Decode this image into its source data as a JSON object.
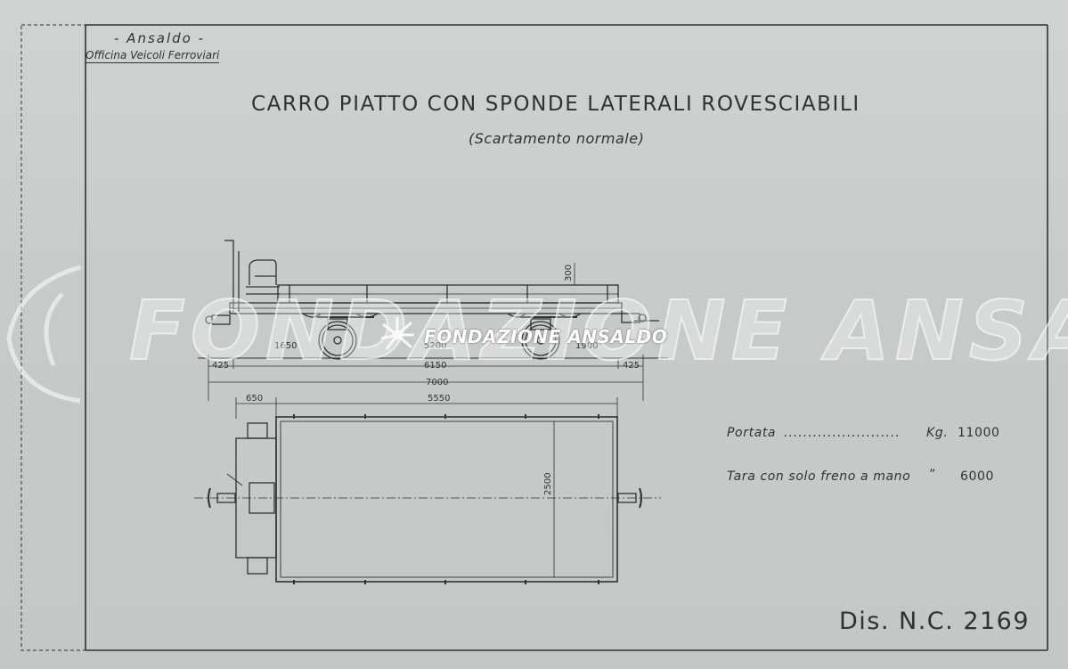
{
  "header": {
    "company": "- Ansaldo -",
    "department": "Officina Veicoli Ferroviari"
  },
  "title": "CARRO PIATTO CON SPONDE LATERALI ROVESCIABILI",
  "subtitle": "(Scartamento normale)",
  "dimensions": {
    "side_height": "300",
    "axle_left": "1650",
    "wheelbase": "5200",
    "axle_right": "1900",
    "overhang_left": "425",
    "frame_length": "6150",
    "overhang_right": "425",
    "overall_length": "7000",
    "top_offset": "650",
    "deck_length": "5550",
    "deck_width": "2500"
  },
  "specs": {
    "capacity_label": "Portata",
    "capacity_dots": "........................",
    "capacity_unit": "Kg.",
    "capacity_value": "11000",
    "tare_label": "Tara con solo freno a mano",
    "tare_unit": "”",
    "tare_value": "6000"
  },
  "drawing_number": "Dis. N.C. 2169",
  "watermark": {
    "large": "FONDAZIONE ANSALDO",
    "small": "FONDAZIONE ANSALDO"
  },
  "colors": {
    "paper": "#c9cecd",
    "ink": "#2e3233",
    "watermark": "#ffffff"
  }
}
